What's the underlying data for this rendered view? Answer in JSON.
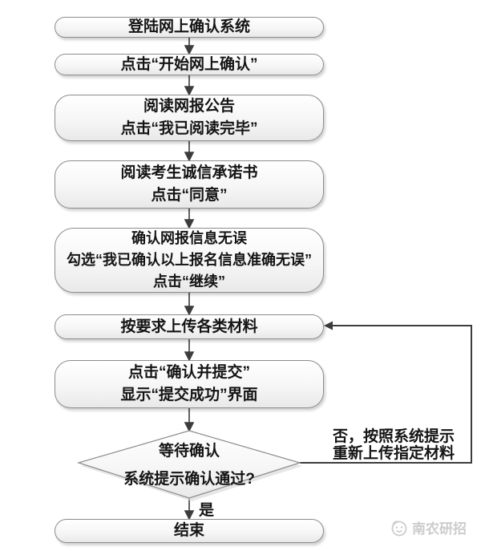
{
  "nodes": [
    {
      "id": "login",
      "lines": [
        "登陆网上确认系统"
      ]
    },
    {
      "id": "start-confirm",
      "lines": [
        "点击“开始网上确认”"
      ]
    },
    {
      "id": "read-announcement",
      "lines": [
        "阅读网报公告",
        "点击“我已阅读完毕”"
      ]
    },
    {
      "id": "integrity-pledge",
      "lines": [
        "阅读考生诚信承诺书",
        "点击“同意”"
      ]
    },
    {
      "id": "verify-info",
      "lines": [
        "确认网报信息无误",
        "勾选“我已确认以上报名信息准确无误”",
        "点击“继续”"
      ]
    },
    {
      "id": "upload-materials",
      "lines": [
        "按要求上传各类材料"
      ]
    },
    {
      "id": "submit",
      "lines": [
        "点击“确认并提交”",
        "显示“提交成功”界面"
      ]
    },
    {
      "id": "decision",
      "lines": [
        "等待确认",
        "系统提示确认通过?"
      ]
    },
    {
      "id": "end",
      "lines": [
        "结束"
      ]
    }
  ],
  "edge_labels": {
    "yes": "是",
    "no": [
      "否，按照系统提示",
      "重新上传指定材料"
    ]
  },
  "watermark": {
    "text": "南农研招"
  },
  "colors": {
    "node_border": "#8c8c8c",
    "arrow": "#3c3c3c",
    "text": "#141414",
    "watermark": "#cccccc"
  }
}
